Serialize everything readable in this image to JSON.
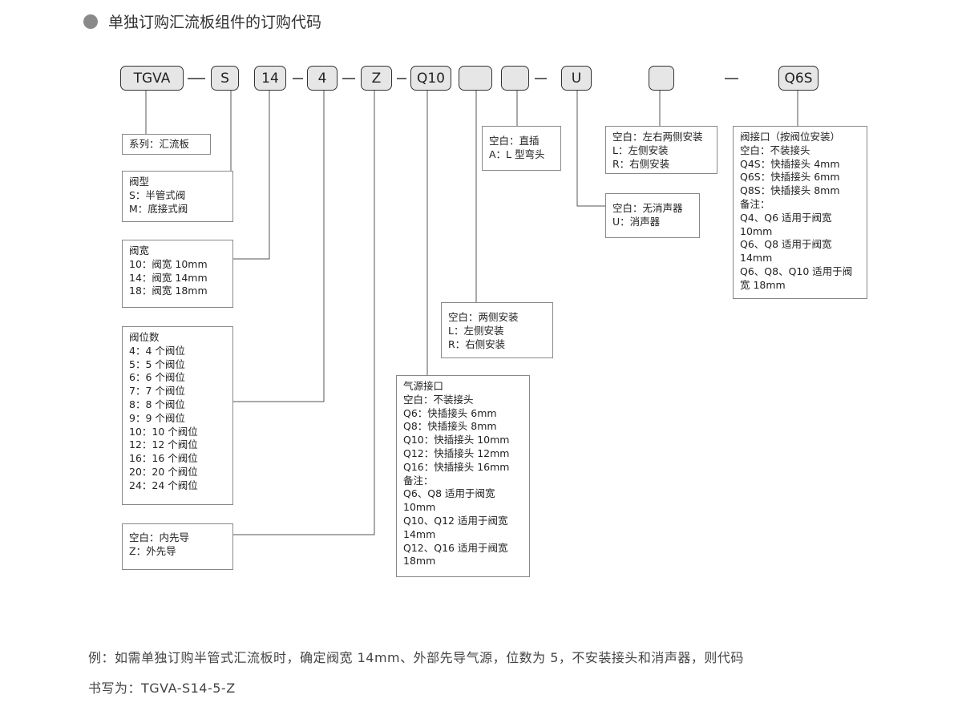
{
  "title": "单独订购汇流板组件的订购代码",
  "codes": {
    "series": "TGVA",
    "type": "S",
    "width": "14",
    "stations": "4",
    "pilot": "Z",
    "air": "Q10",
    "blank1": "",
    "blank2": "",
    "muffler": "U",
    "blank3": "",
    "valve_port": "Q6S"
  },
  "boxes": {
    "series": [
      "系列：汇流板"
    ],
    "type": [
      "阀型",
      "S：半管式阀",
      "M：底接式阀"
    ],
    "width": [
      "阀宽",
      "10：阀宽 10mm",
      "14：阀宽 14mm",
      "18：阀宽 18mm"
    ],
    "stations": [
      "阀位数",
      "4：4 个阀位",
      "5：5 个阀位",
      "6：6 个阀位",
      "7：7 个阀位",
      "8：8 个阀位",
      "9：9 个阀位",
      "10：10 个阀位",
      "12：12 个阀位",
      "16：16 个阀位",
      "20：20 个阀位",
      "24：24 个阀位"
    ],
    "pilot": [
      "空白：内先导",
      "Z：外先导"
    ],
    "air": [
      "气源接口",
      "空白：不装接头",
      "Q6：快插接头 6mm",
      "Q8：快插接头 8mm",
      "Q10：快插接头 10mm",
      "Q12：快插接头 12mm",
      "Q16：快插接头 16mm",
      "备注：",
      "Q6、Q8 适用于阀宽",
      "10mm",
      "Q10、Q12 适用于阀宽",
      "14mm",
      "Q12、Q16 适用于阀宽",
      "18mm"
    ],
    "air_side": [
      "空白：两侧安装",
      "L：左侧安装",
      "R：右侧安装"
    ],
    "fitting": [
      "空白：直插",
      "A：L 型弯头"
    ],
    "muffler": [
      "空白：无消声器",
      "U：消声器"
    ],
    "muffler_side": [
      "空白：左右两侧安装",
      "L：左侧安装",
      "R：右侧安装"
    ],
    "valve_port": [
      "阀接口（按阀位安装）",
      "空白：不装接头",
      "Q4S：快插接头 4mm",
      "Q6S：快插接头 6mm",
      "Q8S：快插接头 8mm",
      "备注：",
      "Q4、Q6 适用于阀宽",
      "10mm",
      "Q6、Q8 适用于阀宽",
      "14mm",
      "Q6、Q8、Q10 适用于阀",
      "宽 18mm"
    ]
  },
  "footer": {
    "line1": "例：如需单独订购半管式汇流板时，确定阀宽 14mm、外部先导气源，位数为 5，不安装接头和消声器，则代码",
    "line2": "书写为：TGVA-S14-5-Z"
  }
}
